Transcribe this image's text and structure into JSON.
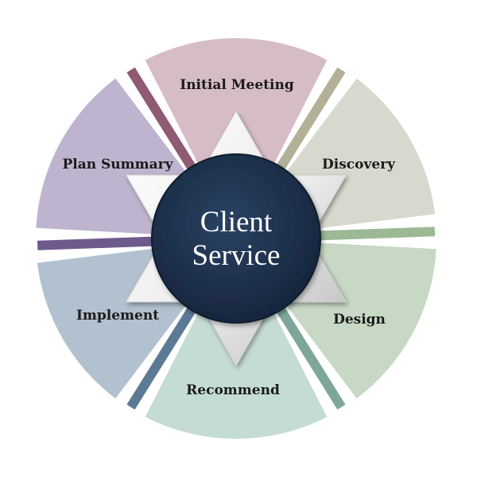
{
  "center": {
    "line1": "Client",
    "line2": "Service"
  },
  "segments": [
    {
      "label": "Initial Meeting",
      "fill": "#d8d8cf",
      "band": "#b2b198"
    },
    {
      "label": "Discovery",
      "fill": "#c7d8c4",
      "band": "#9cb895"
    },
    {
      "label": "Design",
      "fill": "#c5dcd4",
      "band": "#7ea79a"
    },
    {
      "label": "Recommend",
      "fill": "#b2c1cf",
      "band": "#5d7a95"
    },
    {
      "label": "Implement",
      "fill": "#bfb4cf",
      "band": "#6f5a8d"
    },
    {
      "label": "Plan Summary",
      "fill": "#d6bcc7",
      "band": "#8e5a74"
    }
  ],
  "colors": {
    "hub": "#1d2f48",
    "star": "#f4f4f4",
    "background": "#ffffff"
  }
}
